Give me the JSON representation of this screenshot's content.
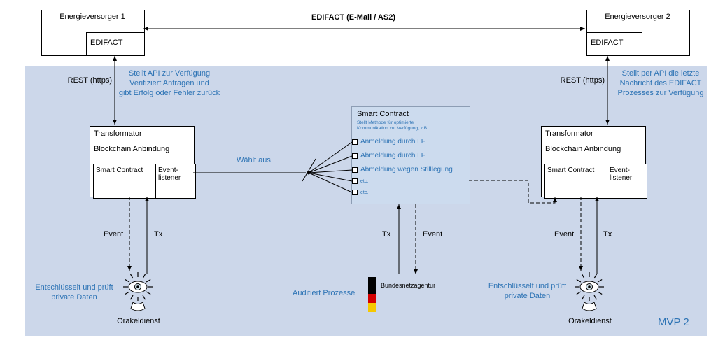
{
  "diagram": {
    "colors": {
      "panel_bg": "#ccd7ea",
      "accent_blue": "#2e74b5",
      "flag_black": "#000000",
      "flag_red": "#d40000",
      "flag_gold": "#f6c800"
    },
    "top": {
      "provider1_title": "Energieversorger 1",
      "provider1_edifact": "EDIFACT",
      "provider2_title": "Energieversorger 2",
      "provider2_edifact": "EDIFACT",
      "link_label": "EDIFACT (E-Mail / AS2)"
    },
    "left": {
      "rest_label": "REST (https)",
      "api_note": "Stellt API zur Verfügung\nVerifiziert Anfragen und\ngibt Erfolg oder Fehler zurück",
      "transformator_title": "Transformator",
      "blockchain_label": "Blockchain Anbindung",
      "smart_contract_label": "Smart Contract",
      "event_listener_label": "Event-\nlistener",
      "event_label": "Event",
      "tx_label": "Tx",
      "oracle_note": "Entschlüsselt und prüft\nprivate Daten",
      "oracle_label": "Orakeldienst"
    },
    "right": {
      "rest_label": "REST (https)",
      "api_note": "Stellt per API die letzte\nNachricht des EDIFACT\nProzesses zur Verfügung",
      "transformator_title": "Transformator",
      "blockchain_label": "Blockchain Anbindung",
      "smart_contract_label": "Smart Contract",
      "event_listener_label": "Event-\nlistener",
      "event_label": "Event",
      "tx_label": "Tx",
      "oracle_note": "Entschlüsselt und prüft\nprivate Daten",
      "oracle_label": "Orakeldienst"
    },
    "middle": {
      "select_label": "Wählt aus",
      "title": "Smart Contract",
      "subtitle": "Stellt Methode für optimierte\nKommunikation zur Verfügung, z.B.",
      "items": [
        "Anmeldung durch LF",
        "Abmeldung durch LF",
        "Abmeldung wegen Stilllegung",
        "etc.",
        "etc."
      ],
      "tx_label": "Tx",
      "event_label": "Event",
      "audit_note": "Auditiert Prozesse",
      "authority_label": "Bundesnetzagentur"
    },
    "footer": {
      "version_label": "MVP 2"
    }
  }
}
